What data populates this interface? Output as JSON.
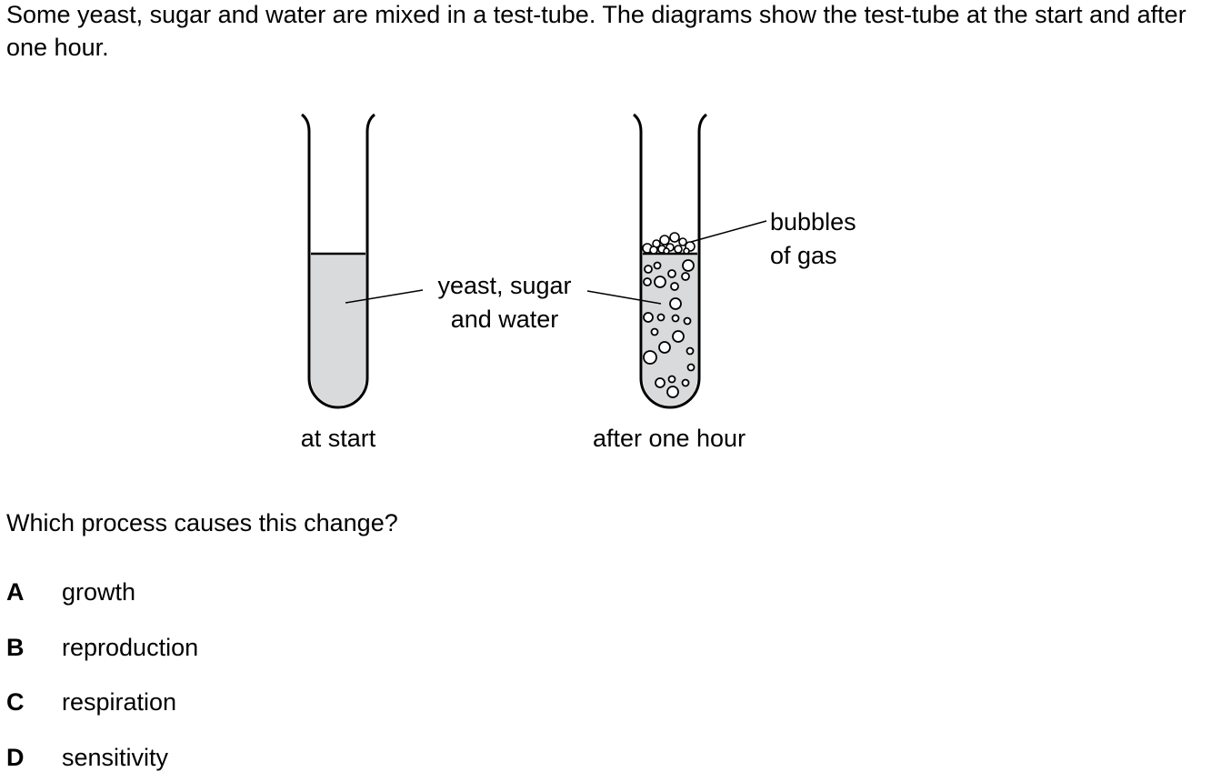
{
  "stem": "Some yeast, sugar and water are mixed in a test-tube. The diagrams show the test-tube at the start and after one hour.",
  "diagram": {
    "label_mixture_line1": "yeast, sugar",
    "label_mixture_line2": "and water",
    "label_bubbles_line1": "bubbles",
    "label_bubbles_line2": "of gas",
    "caption_start": "at start",
    "caption_after": "after one hour",
    "liquid_color": "#d9dadb"
  },
  "question": "Which process causes this change?",
  "options": [
    {
      "letter": "A",
      "text": "growth"
    },
    {
      "letter": "B",
      "text": "reproduction"
    },
    {
      "letter": "C",
      "text": "respiration"
    },
    {
      "letter": "D",
      "text": "sensitivity"
    }
  ]
}
